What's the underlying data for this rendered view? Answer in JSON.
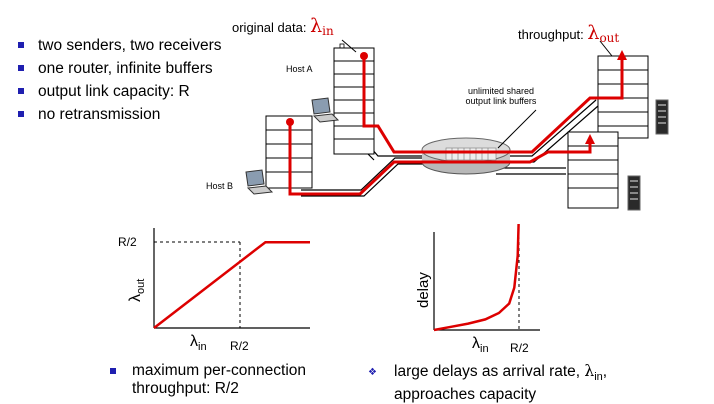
{
  "bullets": [
    "two senders, two receivers",
    "one router, infinite buffers",
    "output link capacity: R",
    "no retransmission"
  ],
  "top_labels": {
    "original_data": "original data:",
    "lambda": "λ",
    "lambda_in_sub": "in",
    "throughput": "throughput:",
    "lambda_out_sub": "out",
    "host_a": "Host A",
    "host_b": "Host B",
    "buffer_label_line1": "unlimited shared",
    "buffer_label_line2": "output link buffers"
  },
  "chart_data": [
    {
      "type": "line",
      "xlabel": "λ",
      "xlabel_sub": "in",
      "ylabel": "λ",
      "ylabel_sub": "out",
      "x_ticks": [
        "R/2"
      ],
      "y_ticks": [
        "R/2"
      ],
      "series": [
        {
          "x": [
            0,
            0.5,
            0.7
          ],
          "y": [
            0,
            0.5,
            0.5
          ]
        }
      ],
      "xlim": [
        0,
        0.7
      ],
      "ylim": [
        0,
        0.6
      ],
      "color": "#dd0000"
    },
    {
      "type": "line",
      "xlabel": "λ",
      "xlabel_sub": "in",
      "ylabel": "delay",
      "x_ticks": [
        "R/2"
      ],
      "series": [
        {
          "x": [
            0,
            0.1,
            0.2,
            0.3,
            0.38,
            0.44,
            0.47,
            0.49,
            0.495
          ],
          "y": [
            0,
            0.03,
            0.06,
            0.1,
            0.16,
            0.25,
            0.4,
            0.7,
            1.0
          ]
        }
      ],
      "xlim": [
        0,
        0.55
      ],
      "ylim": [
        0,
        1.0
      ],
      "color": "#dd0000"
    }
  ],
  "bottom_notes": {
    "left_line1": "maximum per-connection",
    "left_line2": "throughput: R/2",
    "right_line1_a": "large delays as arrival rate, ",
    "right_lambda": "λ",
    "right_lambda_sub": "in",
    "right_line1_b": ",",
    "right_line2": "approaches capacity"
  },
  "colors": {
    "flow": "#dd0000",
    "bullet": "#1f1fb0"
  }
}
